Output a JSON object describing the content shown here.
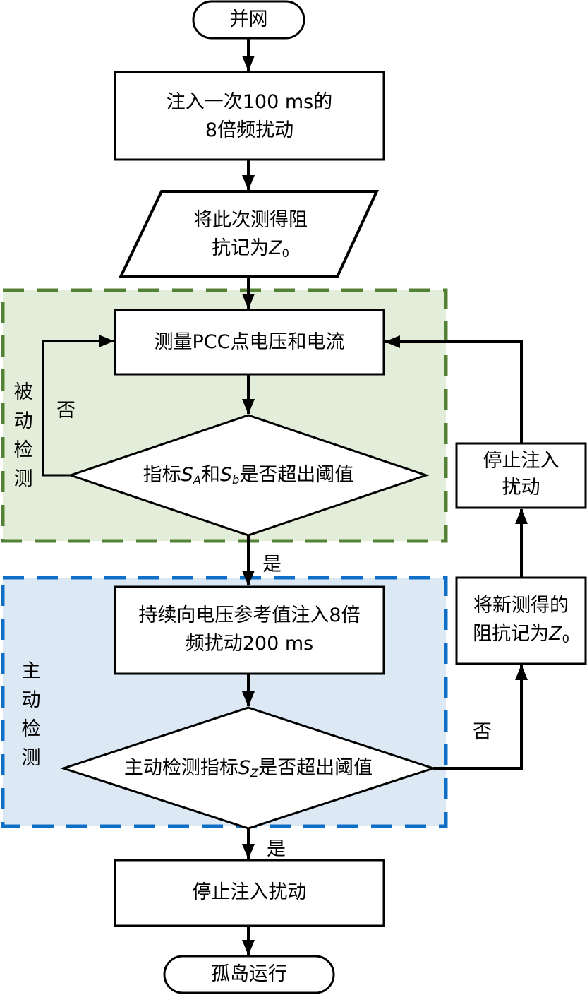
{
  "colors": {
    "passive_region_fill": "#e2eed9",
    "passive_region_border": "#548235",
    "active_region_fill": "#dce9f5",
    "active_region_border": "#0f6fc6",
    "stroke": "#000000",
    "node_fill": "#ffffff"
  },
  "regions": {
    "passive": {
      "label_chars": [
        "被",
        "动",
        "检",
        "测"
      ]
    },
    "active": {
      "label_chars": [
        "主",
        "动",
        "检",
        "测"
      ]
    }
  },
  "nodes": {
    "start": "并网",
    "inject_once": {
      "line1": "注入一次100 ms的",
      "line2": "8倍频扰动"
    },
    "record_z0": {
      "line1": "将此次测得阻",
      "line2_prefix": "抗记为",
      "var": "Z",
      "sub": "0"
    },
    "measure_pcc": "测量PCC点电压和电流",
    "passive_decision": {
      "prefix": "指标",
      "var1": "S",
      "sub1": "A",
      "mid": "和",
      "var2": "S",
      "sub2": "b",
      "suffix": "是否超出阈值"
    },
    "continuous_inject": {
      "line1": "持续向电压参考值注入8倍",
      "line2": "频扰动200 ms"
    },
    "active_decision": {
      "prefix": "主动检测指标",
      "var": "S",
      "sub": "Z",
      "suffix": "是否超出阈值"
    },
    "stop_inject_side": {
      "line1": "停止注入",
      "line2": "扰动"
    },
    "record_new_z0": {
      "line1": "将新测得的",
      "line2_prefix": "阻抗记为",
      "var": "Z",
      "sub": "0"
    },
    "stop_inject": "停止注入扰动",
    "island": "孤岛运行"
  },
  "edge_labels": {
    "passive_no": "否",
    "passive_yes": "是",
    "active_no": "否",
    "active_yes": "是"
  }
}
